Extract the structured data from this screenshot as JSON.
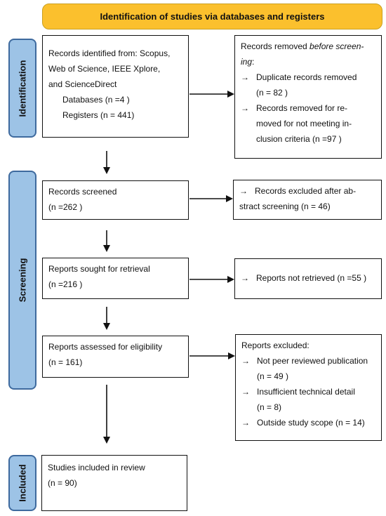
{
  "header": {
    "title": "Identification of studies via databases and registers"
  },
  "phases": {
    "identification": "Identification",
    "screening": "Screening",
    "included": "Included"
  },
  "boxes": {
    "records_identified": {
      "line1": "Records identified from: Scopus,",
      "line2": "Web of Science, IEEE Xplore,",
      "line3": "and ScienceDirect",
      "databases": "Databases (n =4 )",
      "registers": "Registers (n = 441)"
    },
    "records_removed": {
      "heading": "Records removed ",
      "heading_em": "before screen-",
      "heading_em2": "ing",
      "heading_end": ":",
      "item1_line1": "Duplicate records removed",
      "item1_line2": "(n = 82 )",
      "item2_line1": "Records removed for re-",
      "item2_line2": "moved   for not meeting in-",
      "item2_line3": "clusion criteria (n =97 )"
    },
    "records_screened": {
      "line1": "Records screened",
      "line2": "(n =262 )"
    },
    "records_excluded": {
      "line1": "Records excluded after ab-",
      "line2": "stract screening (n = 46)"
    },
    "reports_sought": {
      "line1": "Reports sought for retrieval",
      "line2": "(n =216 )"
    },
    "reports_not_retrieved": {
      "line1": "Reports not retrieved (n =55 )"
    },
    "reports_assessed": {
      "line1": "Reports assessed for eligibility",
      "line2": "(n = 161)"
    },
    "reports_excluded": {
      "heading": "Reports excluded:",
      "item1_line1": "Not peer reviewed publication",
      "item1_line2": "(n = 49 )",
      "item2_line1": "Insufficient technical detail",
      "item2_line2": "(n = 8)",
      "item3_line1": "Outside study scope (n = 14)"
    },
    "studies_included": {
      "line1": "Studies included in review",
      "line2": "(n = 90)"
    }
  },
  "glyphs": {
    "arrow": "→"
  },
  "colors": {
    "header_fill": "#fbc02d",
    "phase_fill": "#9dc3e6",
    "phase_border": "#3e6a9e"
  }
}
